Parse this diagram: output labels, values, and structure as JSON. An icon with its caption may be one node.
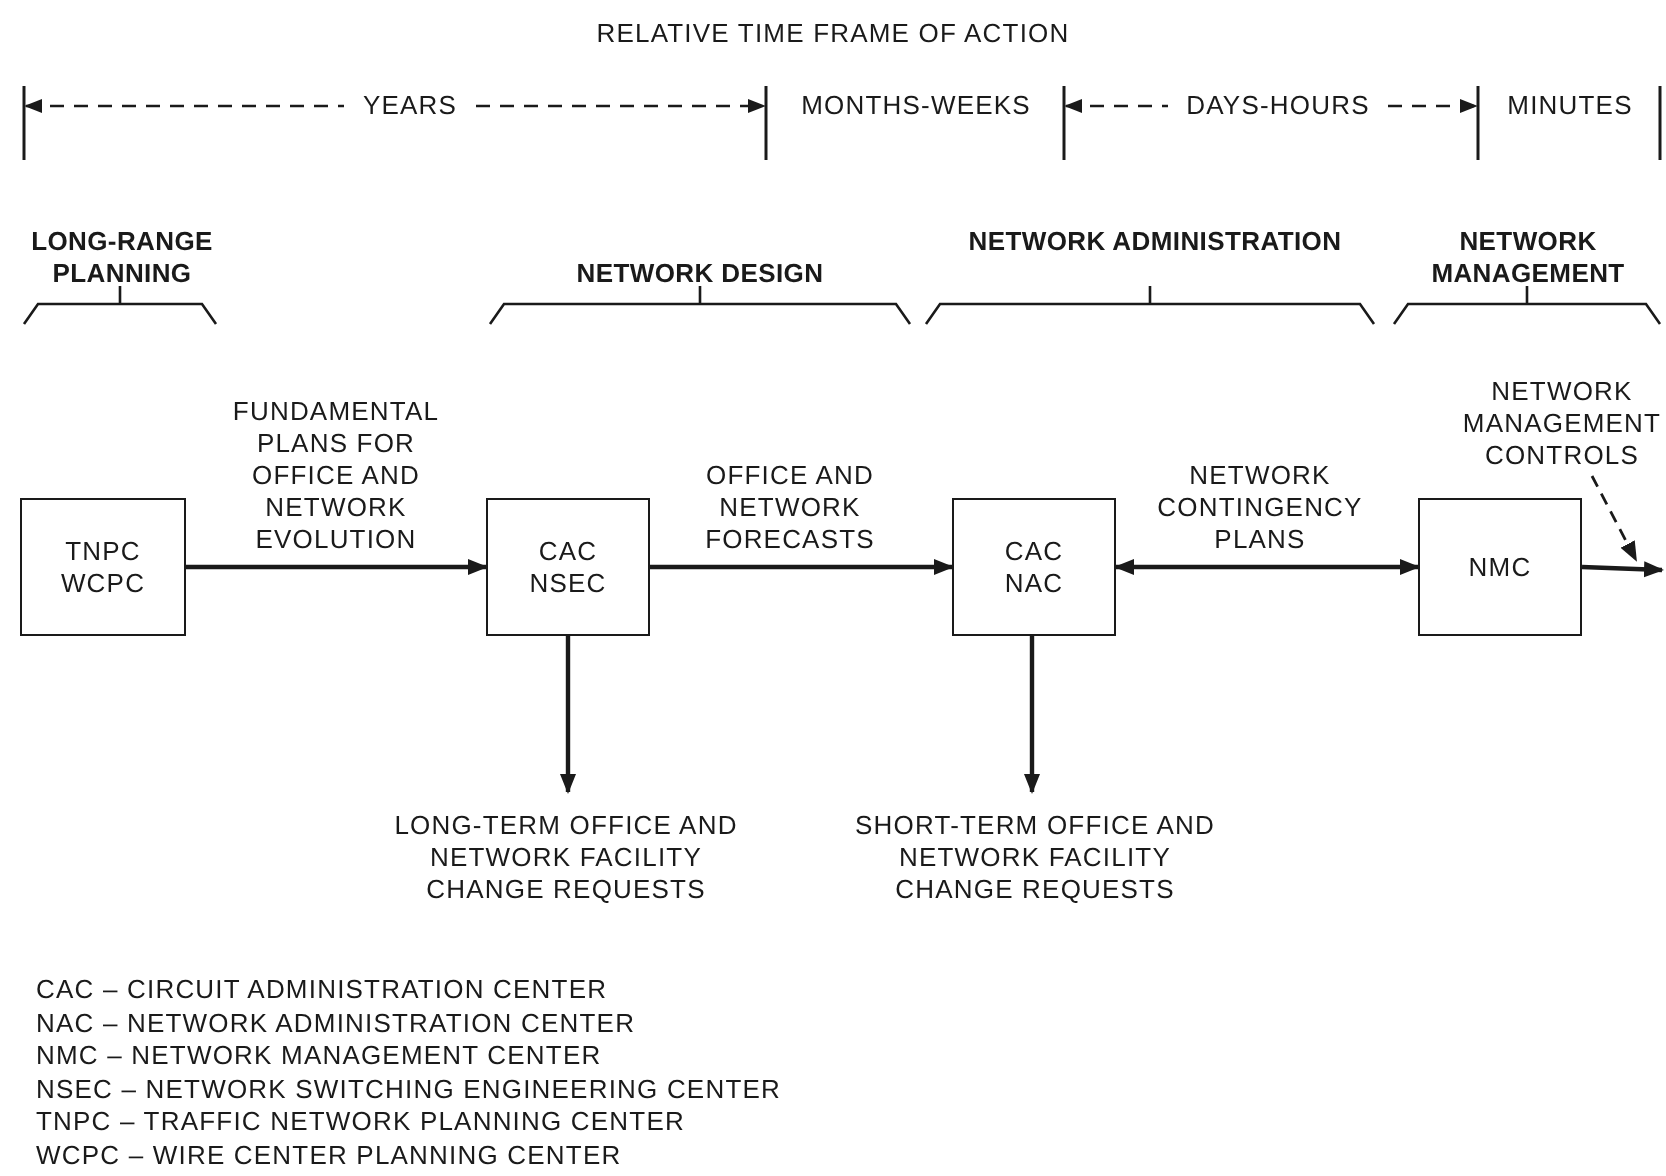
{
  "diagram": {
    "title": "RELATIVE TIME FRAME OF ACTION",
    "nodes": [
      {
        "text": [
          "TNPC WCPC"
        ]
      },
      {
        "text": [
          "CAC NSEC"
        ]
      },
      {
        "text": [
          "CAC NAC"
        ]
      },
      {
        "text": [
          "NMC"
        ]
      },
      {
        "text": [
          "LONG-TERM OFFICE AND NETWORK FACILITY CHANGE REQUESTS"
        ]
      },
      {
        "text": [
          "SHORT-TERM OFFICE AND NETWORK FACILITY CHANGE REQUESTS"
        ]
      },
      {
        "text": [
          "NETWORK MANAGEMENT CONTROLS"
        ]
      }
    ],
    "edges": [
      {
        "from": 0,
        "to": 1,
        "arrow": "to",
        "label": "FUNDAMENTAL PLANS FOR OFFICE AND NETWORK EVOLUTION"
      },
      {
        "from": 1,
        "to": 2,
        "arrow": "to",
        "label": "OFFICE AND NETWORK FORECASTS"
      },
      {
        "from": 2,
        "to": 3,
        "arrow": "both",
        "label": "NETWORK CONTINGENCY PLANS"
      },
      {
        "from": 3,
        "to": null,
        "arrow": "to"
      },
      {
        "from": 1,
        "to": 4,
        "arrow": "to"
      },
      {
        "from": 2,
        "to": 5,
        "arrow": "to"
      },
      {
        "from": 6,
        "to": null,
        "arrow": "to",
        "style": "dashed"
      }
    ],
    "labels": [
      "YEARS",
      "MONTHS-WEEKS",
      "DAYS-HOURS",
      "MINUTES",
      "LONG-RANGE PLANNING",
      "NETWORK DESIGN",
      "NETWORK ADMINISTRATION",
      "NETWORK MANAGEMENT",
      "CAC – CIRCUIT ADMINISTRATION CENTER",
      "NAC – NETWORK ADMINISTRATION CENTER",
      "NMC – NETWORK MANAGEMENT CENTER",
      "NSEC – NETWORK SWITCHING ENGINEERING CENTER",
      "TNPC – TRAFFIC NETWORK PLANNING CENTER",
      "WCPC – WIRE CENTER PLANNING CENTER"
    ]
  }
}
